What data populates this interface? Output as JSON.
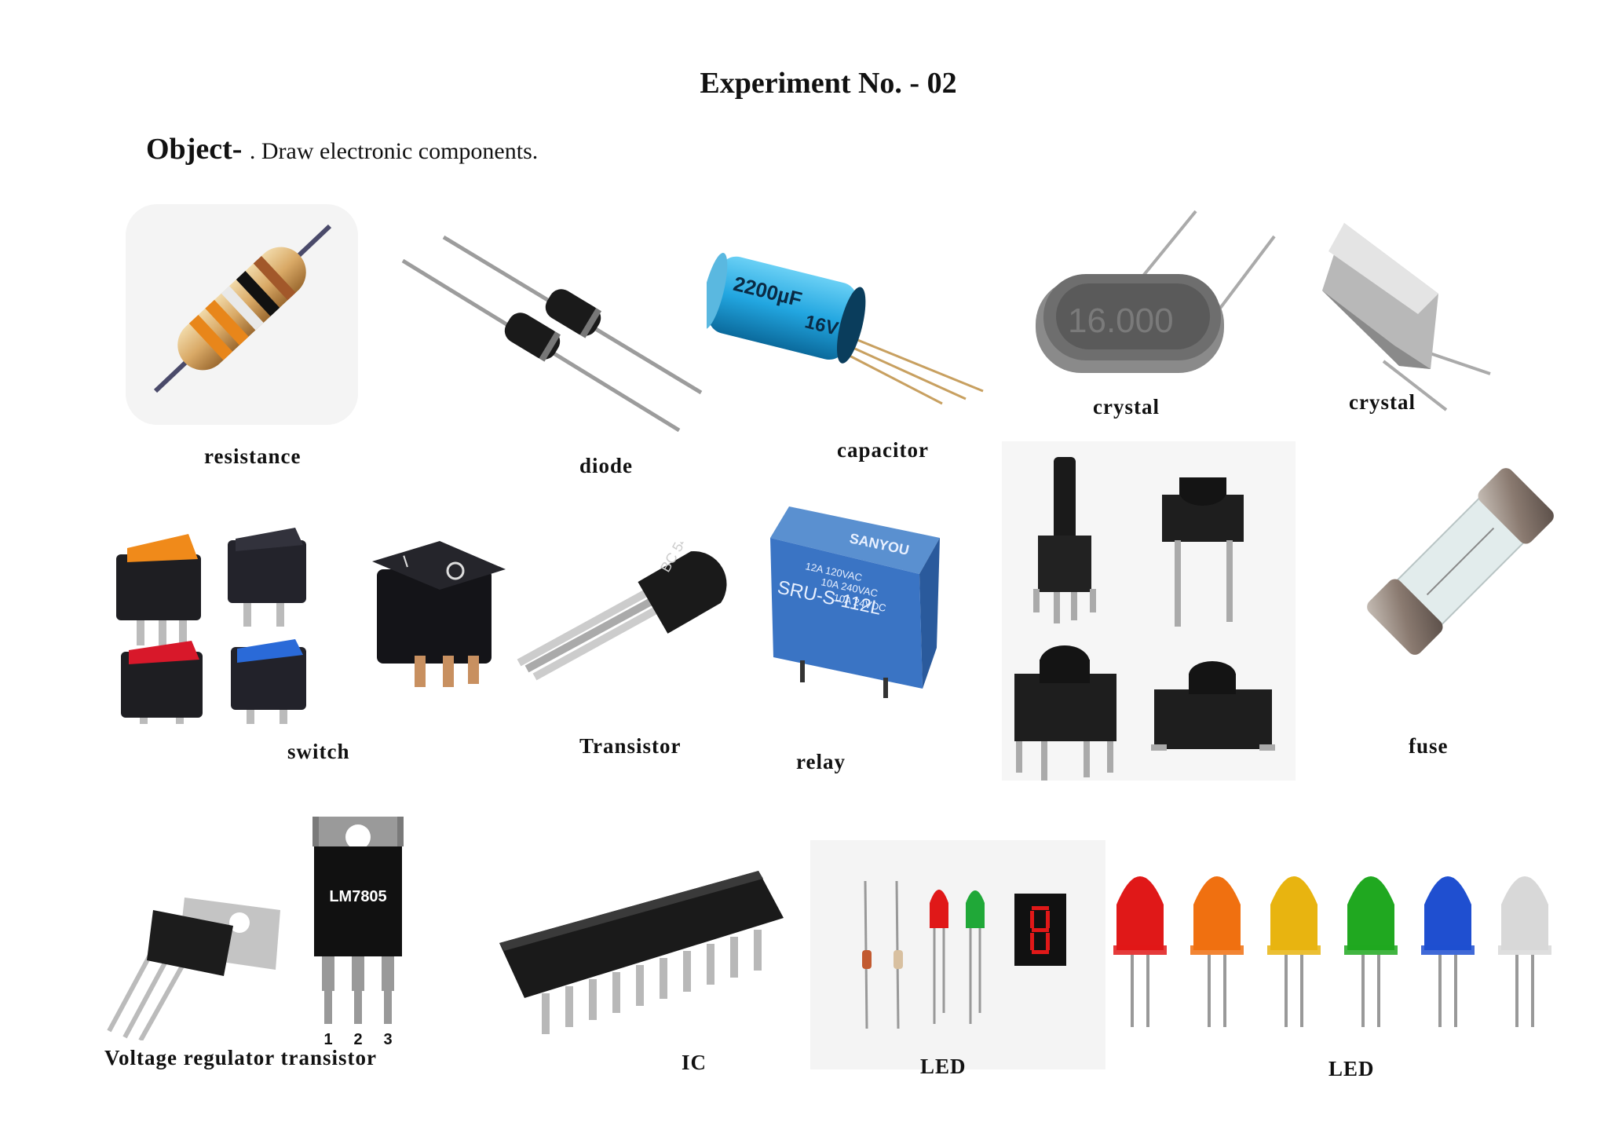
{
  "document": {
    "title": "Experiment No. - 02",
    "object_label": "Object-",
    "object_text": ". Draw electronic components."
  },
  "components": {
    "resistance": "resistance",
    "diode": "diode",
    "capacitor": "capacitor",
    "crystal_1": "crystal",
    "crystal_2": "crystal",
    "switch": "switch",
    "transistor": "Transistor",
    "relay": "relay",
    "fuse": "fuse",
    "voltage_regulator": "Voltage regulator transistor",
    "ic": "IC",
    "led_1": "LED",
    "led_2": "LED"
  },
  "image_text": {
    "capacitor_value": "2200µF",
    "capacitor_voltage": "16V",
    "crystal_marking": "16.000",
    "transistor_marking": "BC 548",
    "relay_brand": "SANYOU",
    "relay_model": "SRU-S-112L",
    "relay_rating_1": "12A 120VAC",
    "relay_rating_2": "10A 240VAC",
    "relay_rating_3": "10A 24VDC",
    "regulator_marking": "LM7805",
    "regulator_pin_1": "1",
    "regulator_pin_2": "2",
    "regulator_pin_3": "3"
  },
  "colors": {
    "led_colors": [
      "#e01818",
      "#f07010",
      "#e8b410",
      "#20a820",
      "#1f4fd0",
      "#d8d8d8"
    ]
  }
}
